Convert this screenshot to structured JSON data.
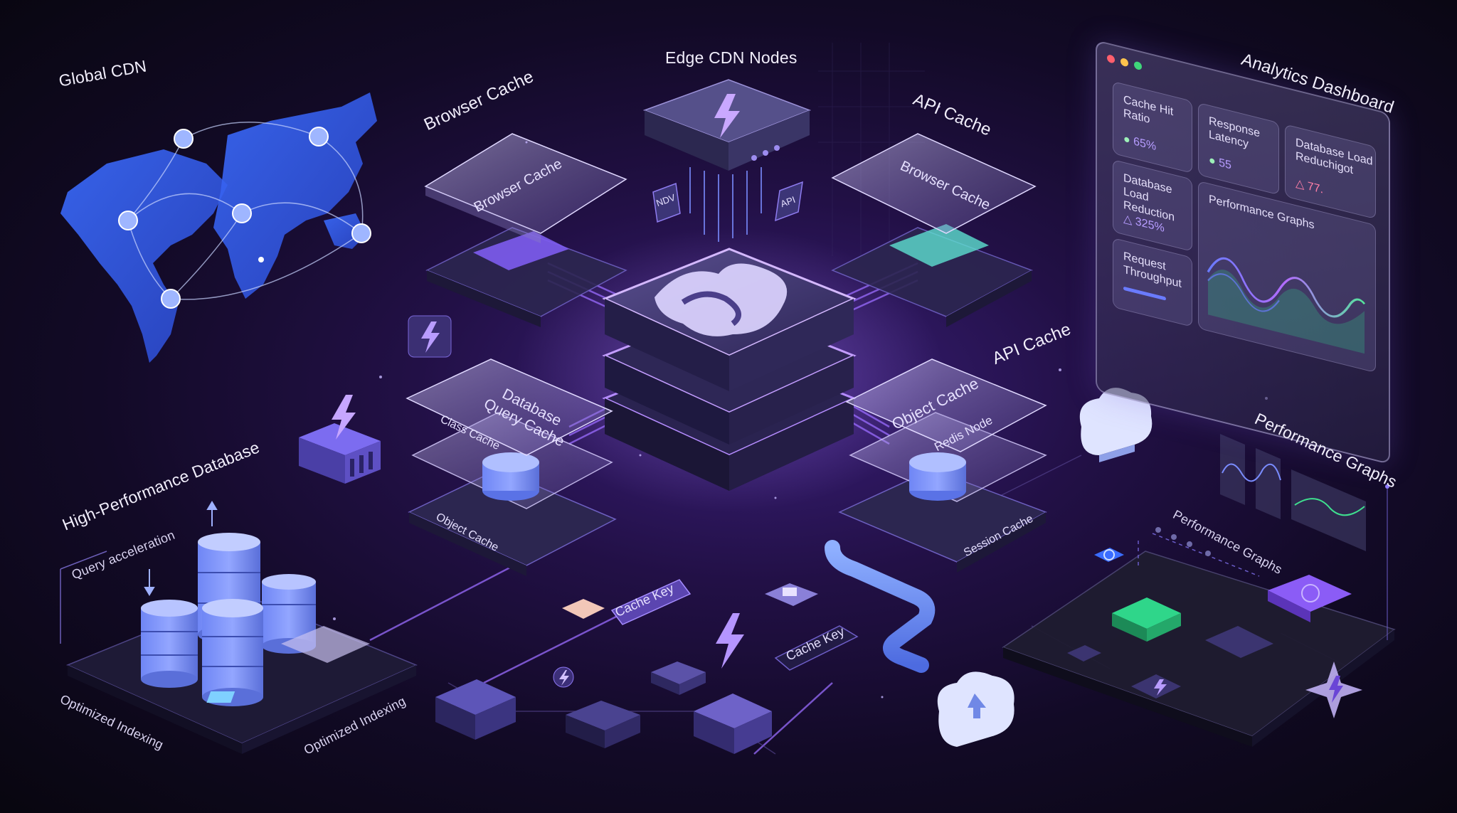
{
  "labels": {
    "global_cdn": "Global CDN",
    "edge_cdn_nodes": "Edge CDN Nodes",
    "browser_cache_top": "Browser Cache",
    "api_cache_top": "API Cache",
    "api_cache_mid": "API Cache",
    "analytics_dashboard": "Analytics Dashboard",
    "high_perf_db": "High-Performance Database",
    "query_acceleration": "Query acceleration",
    "optimized_indexing_left": "Optimized Indexing",
    "optimized_indexing_right": "Optimized Indexing",
    "performance_graphs_right": "Performance Graphs",
    "performance_graphs_panel": "Performance Graphs"
  },
  "platforms": {
    "browser_cache_left": "Browser Cache",
    "browser_cache_right": "Browser Cache",
    "database_query_cache": "Database\nQuery Cache",
    "class_cache": "Class Cache",
    "object_cache_bottom": "Object Cache",
    "object_cache_right": "Object Cache",
    "redis_node": "Redis Node",
    "session_cache": "Session Cache"
  },
  "tags": {
    "ndv": "NDV",
    "api": "API",
    "cache_key_1": "Cache Key",
    "cache_key_2": "Cache Key"
  },
  "dashboard": {
    "cards": [
      {
        "title": "Cache Hit\nRatio",
        "value": "65%",
        "marker": "●"
      },
      {
        "title": "Response\nLatency",
        "value": "55",
        "marker": "●"
      },
      {
        "title": "Database Load\nReduchigot",
        "value": "77.",
        "marker": "△"
      },
      {
        "title": "Database Load\nReduction",
        "value": "325%",
        "marker": "△"
      },
      {
        "title": "Request\nThroughput",
        "value": "",
        "marker": ""
      },
      {
        "title": "Performance Graphs",
        "value": "",
        "marker": ""
      }
    ]
  },
  "colors": {
    "accent_purple": "#8b5cf6",
    "accent_blue": "#4f7cff",
    "glow": "#b794ff",
    "green": "#34d399"
  },
  "icons": [
    "lightning-icon",
    "globe-icon",
    "cloud-icon",
    "database-icon",
    "chip-icon"
  ]
}
